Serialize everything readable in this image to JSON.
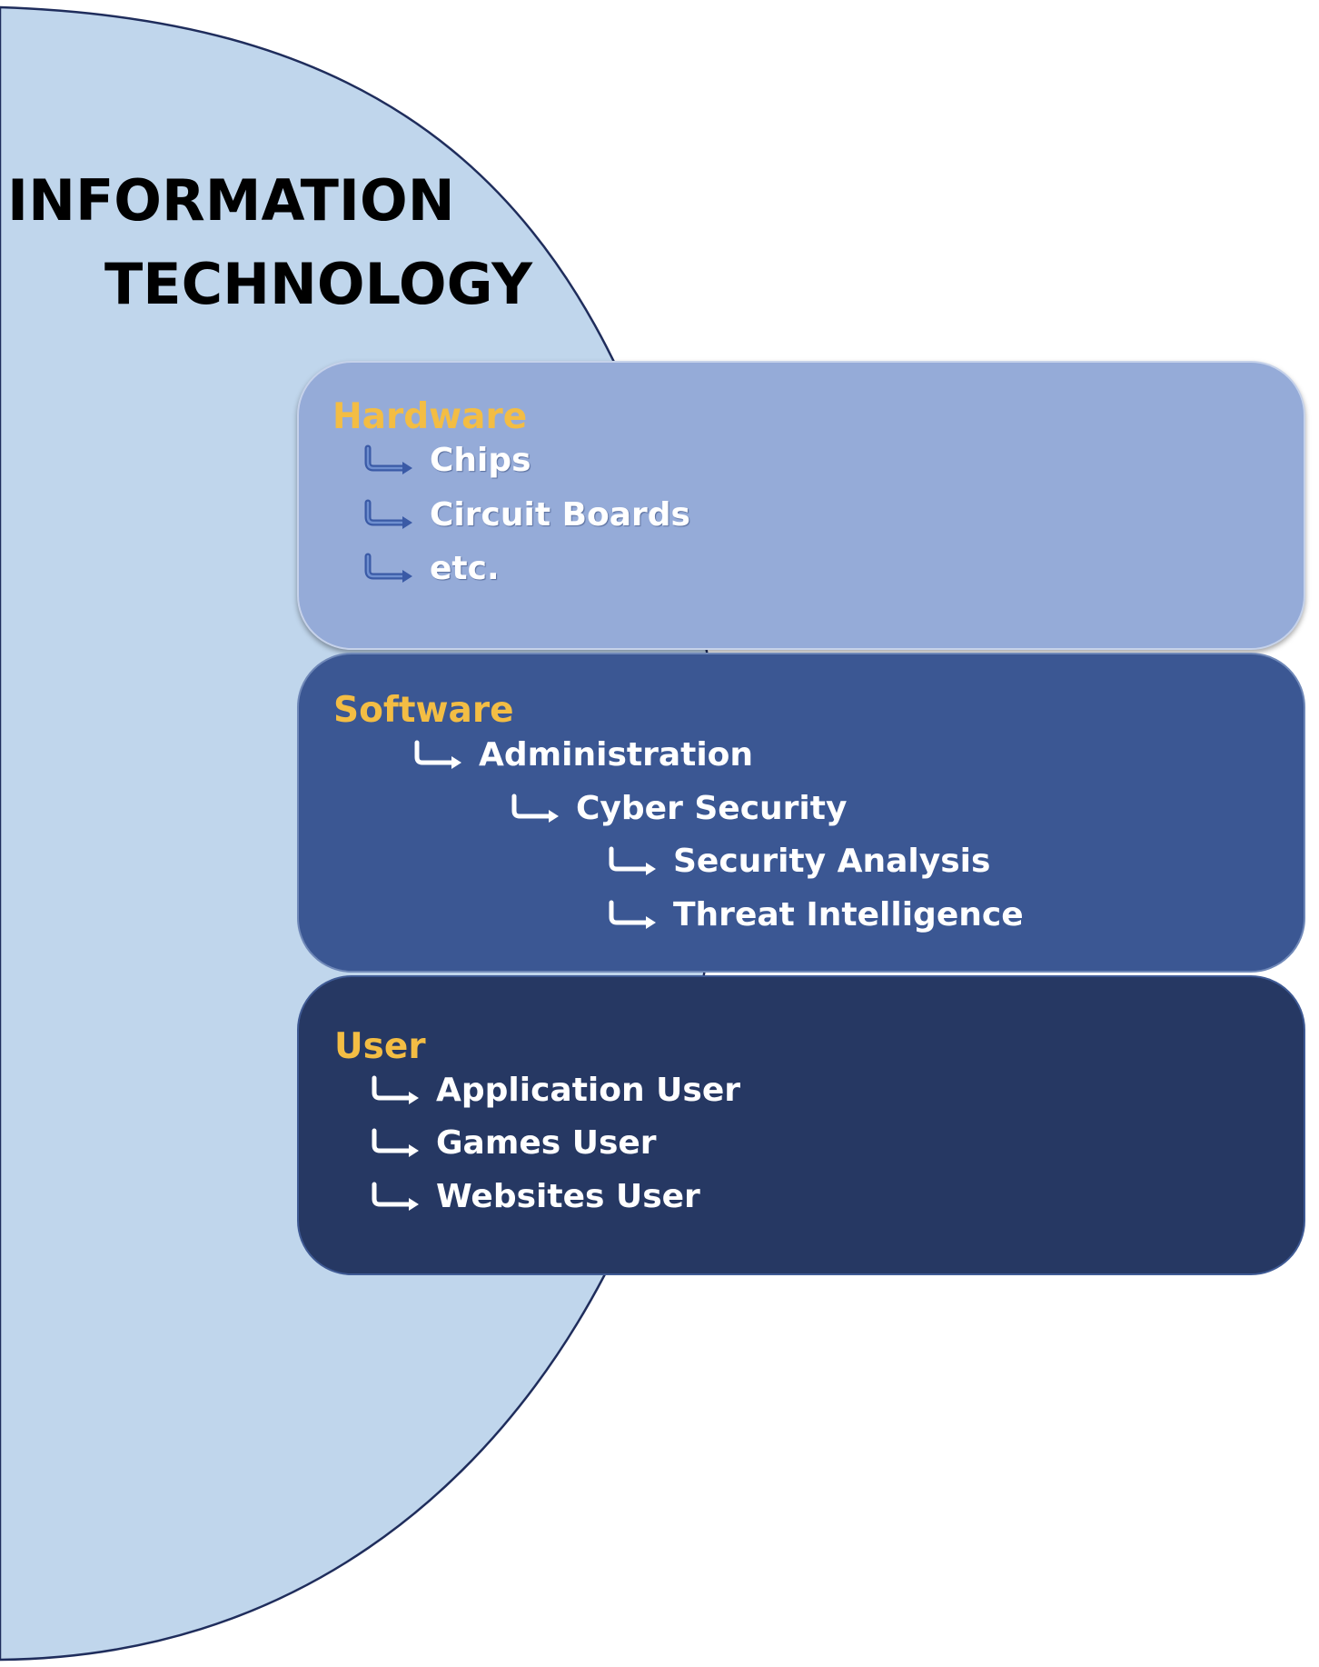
{
  "title": {
    "line1": "INFORMATION",
    "line2": "TECHNOLOGY"
  },
  "colors": {
    "circle_fill": "#c0d6ec",
    "circle_stroke": "#1f2d5c",
    "hardware_panel": "#95abd8",
    "software_panel": "#3b5793",
    "user_panel": "#263863",
    "heading": "#f3bd44",
    "item_text": "#ffffff",
    "hardware_arrow": "#3a5aa6"
  },
  "icons": {
    "item_arrow": "return-arrow-icon"
  },
  "sections": {
    "hardware": {
      "heading": "Hardware",
      "items": [
        "Chips",
        "Circuit Boards",
        "etc."
      ]
    },
    "software": {
      "heading": "Software",
      "items": [
        "Administration",
        "Cyber Security",
        "Security Analysis",
        "Threat Intelligence"
      ]
    },
    "user": {
      "heading": "User",
      "items": [
        "Application User",
        "Games User",
        "Websites User"
      ]
    }
  }
}
